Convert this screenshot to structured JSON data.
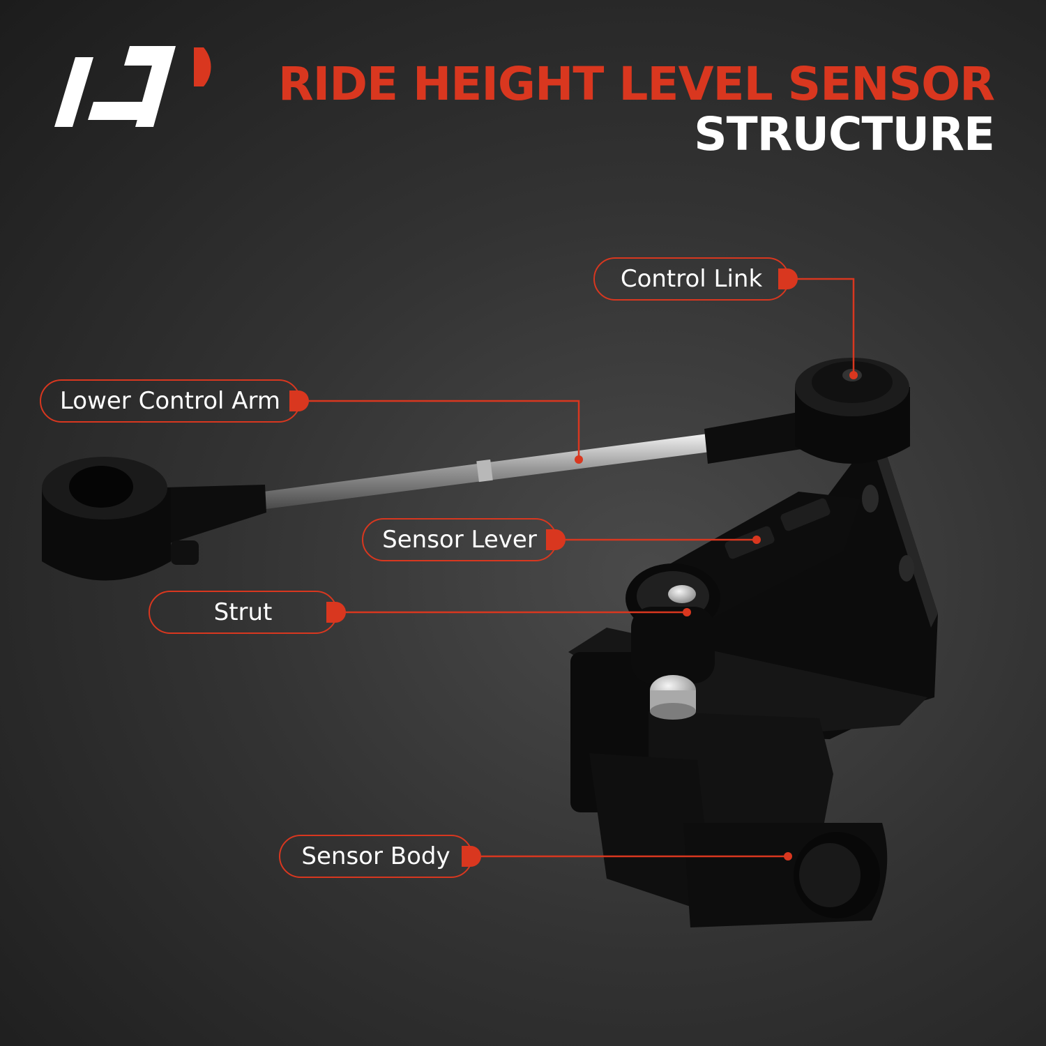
{
  "title": {
    "line1": "RIDE HEIGHT LEVEL SENSOR",
    "line2": "STRUCTURE"
  },
  "colors": {
    "accent": "#d9371f",
    "title_secondary": "#ffffff",
    "background": "#2f2f2f"
  },
  "logo": {
    "icon": "brand-logo-icon"
  },
  "callouts": {
    "control_link": "Control Link",
    "lower_control_arm": "Lower Control Arm",
    "sensor_lever": "Sensor Lever",
    "strut": "Strut",
    "sensor_body": "Sensor Body"
  }
}
